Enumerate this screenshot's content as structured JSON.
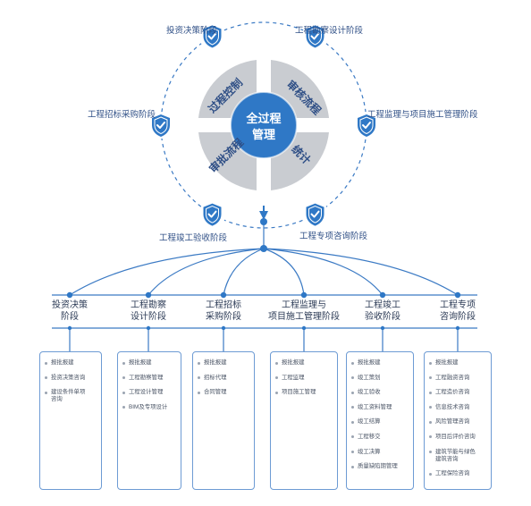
{
  "center": {
    "title_line1": "全过程",
    "title_line2": "管理",
    "segments": [
      "过程控制",
      "审核流程",
      "审批流程",
      "统计"
    ]
  },
  "stages": [
    "投资决策阶段",
    "工程勘察设计阶段",
    "工程监理与项目施工管理阶段",
    "工程专项咨询阶段",
    "工程竣工验收阶段",
    "工程招标采购阶段"
  ],
  "columns": [
    {
      "title": "投资决策\n阶段",
      "items": [
        "报批报建",
        "投资决策咨询",
        "建设条件单项\n咨询"
      ]
    },
    {
      "title": "工程勘察\n设计阶段",
      "items": [
        "报批报建",
        "工程勘察管理",
        "工程设计管理",
        "BIM及专项设计"
      ]
    },
    {
      "title": "工程招标\n采购阶段",
      "items": [
        "报批报建",
        "招标代理",
        "合同管理"
      ]
    },
    {
      "title": "工程监理与\n项目施工管理阶段",
      "items": [
        "报批报建",
        "工程监理",
        "项目施工管理"
      ]
    },
    {
      "title": "工程竣工\n验收阶段",
      "items": [
        "报批报建",
        "竣工策划",
        "竣工验收",
        "竣工资料管理",
        "竣工结算",
        "工程移交",
        "竣工决算",
        "质量缺陷期管理"
      ]
    },
    {
      "title": "工程专项\n咨询阶段",
      "items": [
        "报批报建",
        "工程融资咨询",
        "工程造价咨询",
        "信息技术咨询",
        "风险管理咨询",
        "项目后评价咨询",
        "建筑节能与绿色\n建筑咨询",
        "工程保险咨询"
      ]
    }
  ],
  "colors": {
    "primary": "#2f78c6",
    "segment_gray": "#c9ccd1",
    "line": "#3b7ac4",
    "border": "#6d9bd4"
  },
  "icons": [
    "shield-check-icon",
    "arrow-down-icon"
  ]
}
